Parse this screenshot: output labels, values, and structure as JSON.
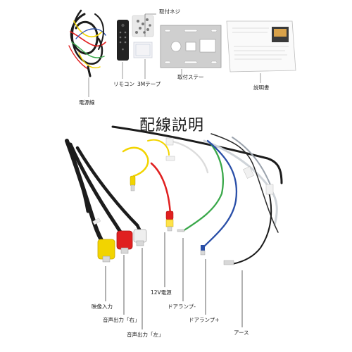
{
  "parts": {
    "screw_label": "取付ネジ",
    "power_cable_label": "電源線",
    "remote_label": "リモコン",
    "tape_label": "3Mテープ",
    "bracket_label": "取付ステー",
    "manual_label": "説明書"
  },
  "wiring": {
    "title": "配線説明",
    "video_in": "映像入力",
    "audio_right": "音声出力「右」",
    "audio_left": "音声出力「左」",
    "power_12v": "12V電源",
    "door_lamp_minus": "ドアランプ-",
    "door_lamp_plus": "ドアランプ+",
    "ground": "アース"
  },
  "colors": {
    "yellow": "#f2d400",
    "red": "#e02020",
    "green": "#3aa84a",
    "blue": "#2a4fa8",
    "black": "#1c1c1c",
    "white_wire": "#e8e8e8"
  }
}
